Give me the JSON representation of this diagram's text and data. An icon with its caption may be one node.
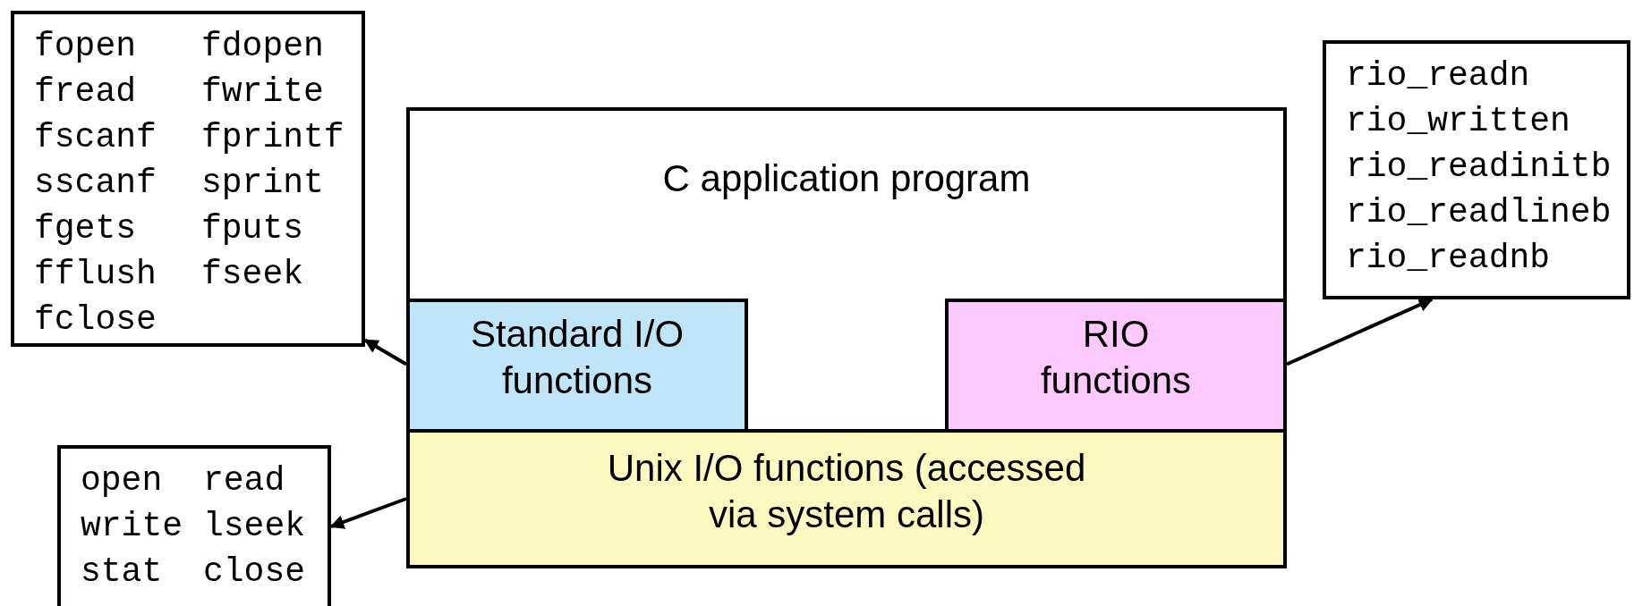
{
  "diagram": {
    "nodes": [
      {
        "text": [
          "fopen",
          "fdopen",
          "fread",
          "fwrite",
          "fscanf",
          "fprintf",
          "sscanf",
          "sprint",
          "fgets",
          "fputs",
          "fflush",
          "fseek",
          "fclose"
        ]
      },
      {
        "text": [
          "C application program"
        ]
      },
      {
        "text": [
          "Standard I/O functions"
        ],
        "in": 1
      },
      {
        "text": [
          "RIO functions"
        ],
        "in": 1
      },
      {
        "text": [
          "Unix I/O functions (accessed via system calls)"
        ]
      },
      {
        "text": [
          "rio_readn",
          "rio_written",
          "rio_readinitb",
          "rio_readlineb",
          "rio_readnb"
        ]
      },
      {
        "text": [
          "open",
          "read",
          "write",
          "lseek",
          "stat",
          "close"
        ]
      }
    ],
    "edges": [
      {
        "from": 2,
        "to": 0,
        "arrow": "to"
      },
      {
        "from": 3,
        "to": 5,
        "arrow": "to"
      },
      {
        "from": 4,
        "to": 6,
        "arrow": "to"
      }
    ]
  }
}
